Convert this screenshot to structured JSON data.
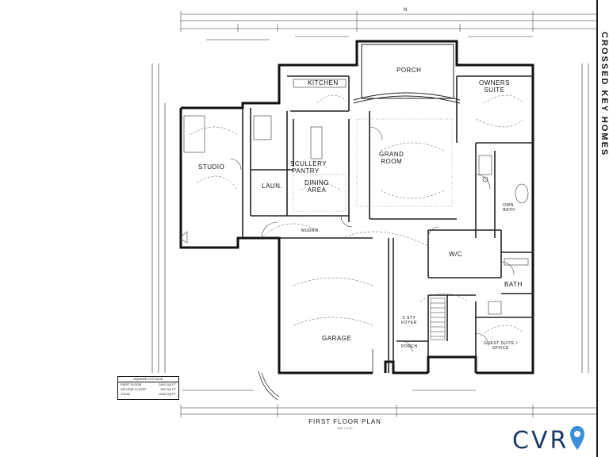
{
  "rooms": {
    "studio": "STUDIO",
    "kitchen": "KITCHEN",
    "porch_top": "PORCH",
    "owners_suite": "OWNERS\nSUITE",
    "scullery": "SCULLERY",
    "pantry": "PANTRY",
    "grand_room": "GRAND\nROOM",
    "laun": "LAUN.",
    "dining_area": "DINING\nAREA",
    "mudrm": "MUDRM.",
    "owners_bath": "OWN.\nBATH",
    "wic": "W/C",
    "garage": "GARAGE",
    "bath": "BATH",
    "foyer": "2 STY\nFOYER",
    "porch_front": "PORCH",
    "guest_suite": "GUEST SUITE /\nOFFICE"
  },
  "plan_title": "FIRST FLOOR PLAN",
  "plan_scale": "1/4\" = 1'-0\"",
  "sqft_table": {
    "header": "SQUARE FOOTAGE",
    "rows": [
      {
        "label": "FIRST FLOOR",
        "value": "2401 SQ FT"
      },
      {
        "label": "SECOND FLOOR",
        "value": "591 SQ FT"
      },
      {
        "label": "TOTAL",
        "value": "2992 SQ FT"
      }
    ]
  },
  "north_arrow": "N",
  "title_block_brand": "CROSSED KEY HOMES",
  "watermark": "CVR"
}
